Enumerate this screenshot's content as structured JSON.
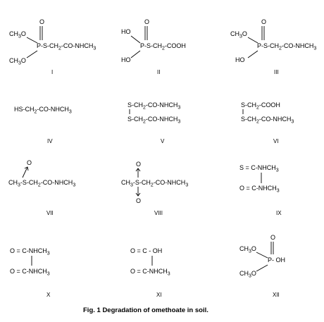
{
  "colors": {
    "ink": "#000000",
    "background": "#ffffff"
  },
  "caption": "Fig. 1  Degradation of omethoate in soil.",
  "compounds": [
    {
      "id": "I",
      "labels": {
        "o": "O",
        "me1": "CH3O",
        "chain": "P-S-CH2-CO-NHCH3",
        "me2": "CH3O"
      }
    },
    {
      "id": "II",
      "labels": {
        "o": "O",
        "ho1": "HO",
        "chain": "P-S-CH2-COOH",
        "ho2": "HO"
      }
    },
    {
      "id": "III",
      "labels": {
        "o": "O",
        "me1": "CH3O",
        "chain": "P-S-CH2-CO-NHCH3",
        "ho2": "HO"
      }
    },
    {
      "id": "IV",
      "labels": {
        "chain": "HS-CH2-CO-NHCH3"
      }
    },
    {
      "id": "V",
      "labels": {
        "top": "S-CH2-CO-NHCH3",
        "bottom": "S-CH2-CO-NHCH3"
      }
    },
    {
      "id": "VI",
      "labels": {
        "top": "S-CH2-COOH",
        "bottom": "S-CH2-CO-NHCH3"
      }
    },
    {
      "id": "VII",
      "labels": {
        "o": "O",
        "chain": "CH3-S-CH2-CO-NHCH3"
      }
    },
    {
      "id": "VIII",
      "labels": {
        "o1": "O",
        "chain": "CH3-S-CH2-CO-NHCH3",
        "o2": "O"
      }
    },
    {
      "id": "IX",
      "labels": {
        "top": "S = C-NHCH3",
        "bottom": "O = C-NHCH3"
      }
    },
    {
      "id": "X",
      "labels": {
        "top": "O = C-NHCH3",
        "bottom": "O = C-NHCH3"
      }
    },
    {
      "id": "XI",
      "labels": {
        "top": "O = C - OH",
        "bottom": "O = C-NHCH3"
      }
    },
    {
      "id": "XII",
      "labels": {
        "o": "O",
        "me1": "CH3O",
        "chain": "P- OH",
        "me2": "CH3O"
      }
    }
  ]
}
